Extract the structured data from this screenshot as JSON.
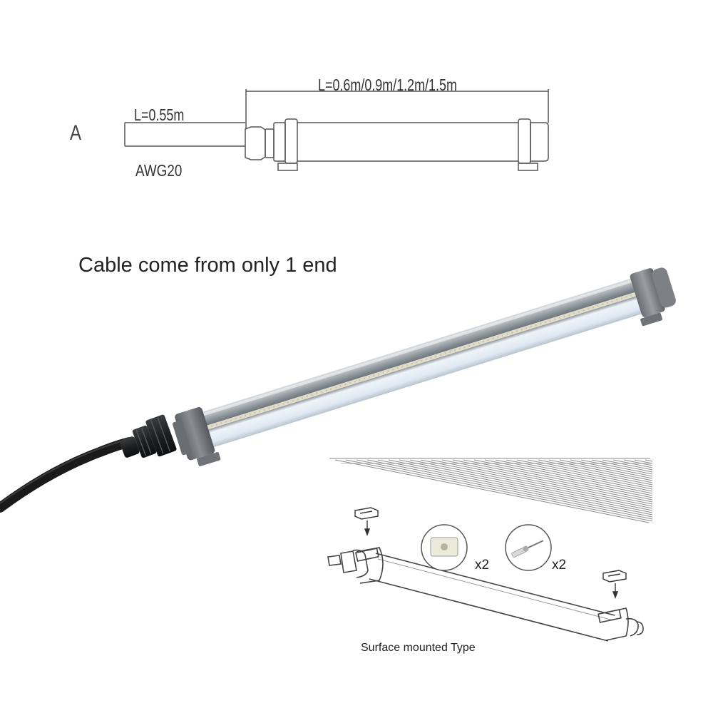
{
  "dimension_drawing": {
    "variant_label": "A",
    "cable_length": "L=0.55m",
    "tube_length": "L=0.6m/0.9m/1.2m/1.5m",
    "wire_gauge": "AWG20"
  },
  "product_photo": {
    "headline": "Cable come from only 1 end"
  },
  "installation_diagram": {
    "accessory_1_quantity": "x2",
    "accessory_2_quantity": "x2",
    "caption": "Surface mounted Type"
  }
}
